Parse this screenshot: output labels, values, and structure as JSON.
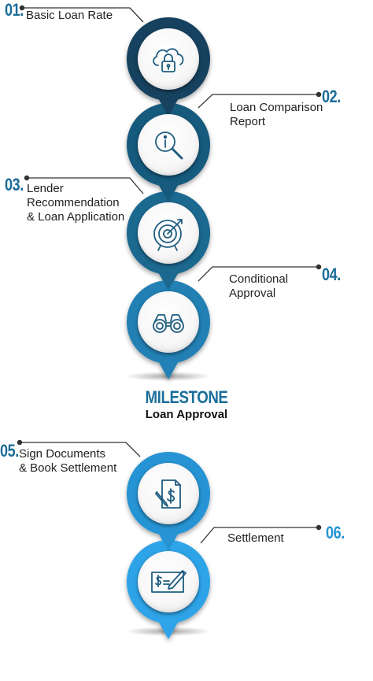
{
  "colors": {
    "step1": "#15425e",
    "step2": "#175a7d",
    "step3": "#1a6990",
    "step4": "#2480b4",
    "step5": "#2694d4",
    "step6": "#2ea3e8",
    "number": "#1b6c99",
    "connector": "#333333"
  },
  "steps": [
    {
      "num": "01.",
      "label_lines": [
        "Basic Loan Rate"
      ],
      "icon": "cloud-lock-icon"
    },
    {
      "num": "02.",
      "label_lines": [
        "Loan Comparison",
        "Report"
      ],
      "icon": "info-magnifier-icon"
    },
    {
      "num": "03.",
      "label_lines": [
        "Lender",
        "Recommendation",
        "& Loan Application"
      ],
      "icon": "target-arrow-icon"
    },
    {
      "num": "04.",
      "label_lines": [
        "Conditional",
        "Approval"
      ],
      "icon": "binoculars-icon"
    },
    {
      "num": "05.",
      "label_lines": [
        "Sign Documents",
        "& Book Settlement"
      ],
      "icon": "signed-document-icon"
    },
    {
      "num": "06.",
      "label_lines": [
        "Settlement"
      ],
      "icon": "cheque-icon"
    }
  ],
  "milestone": {
    "title": "MILESTONE",
    "subtitle": "Loan Approval"
  }
}
